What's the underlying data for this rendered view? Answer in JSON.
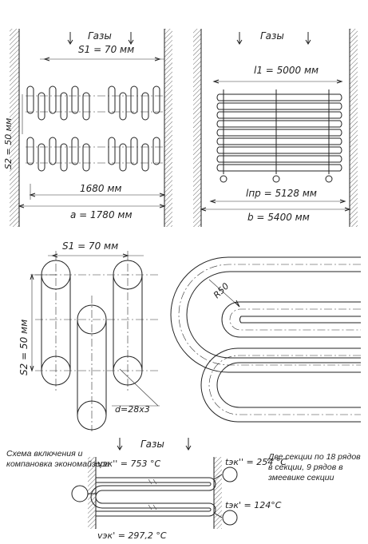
{
  "top_left": {
    "gas_label": "Газы",
    "s1": "S1 = 70 мм",
    "s2": "S2 = 50 мм",
    "inner_width": "1680 мм",
    "outer_width": "a = 1780 мм"
  },
  "top_right": {
    "gas_label": "Газы",
    "l1": "l1 = 5000 мм",
    "lpr": "lпр = 5128 мм",
    "outer_width": "b = 5400 мм"
  },
  "tube_detail": {
    "s1": "S1 = 70 мм",
    "s2": "S2 = 50 мм",
    "diameter": "d=28x3"
  },
  "bend_detail": {
    "radius": "R50"
  },
  "scheme": {
    "caption": "Схема включения и компановка экономайзера",
    "gas_label": "Газы",
    "v_in": "vэк'' = 753 °C",
    "t_out": "tэк'' = 254 °C",
    "t_in": "tэк' = 124°C",
    "v_out": "vэк' = 297,2 °C",
    "note": "Две секции по 18 рядов в секции, 9 рядов в змеевике секции"
  }
}
